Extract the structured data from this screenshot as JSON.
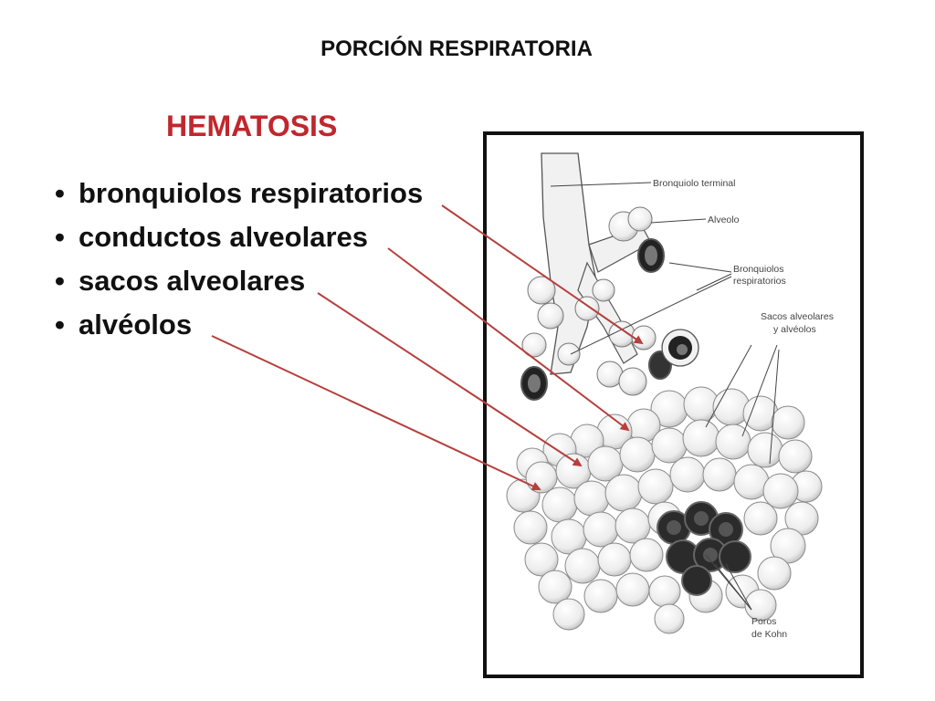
{
  "slide": {
    "title": "PORCIÓN RESPIRATORIA",
    "subtitle": "HEMATOSIS",
    "bullets": [
      "bronquiolos respiratorios",
      "conductos alveolares",
      "sacos alveolares",
      "alvéolos"
    ]
  },
  "figure": {
    "labels": {
      "bronquiolo_terminal": "Bronquiolo terminal",
      "alveolo": "Alveolo",
      "bronquiolos_1": "Bronquiolos",
      "bronquiolos_2": "respiratorios",
      "sacos_1": "Sacos alveolares",
      "sacos_2": "y alvéolos",
      "poros_1": "Poros",
      "poros_2": "de Kohn"
    }
  },
  "colors": {
    "subtitle": "#c0272d",
    "arrow": "#b5403d",
    "frame": "#111111"
  }
}
